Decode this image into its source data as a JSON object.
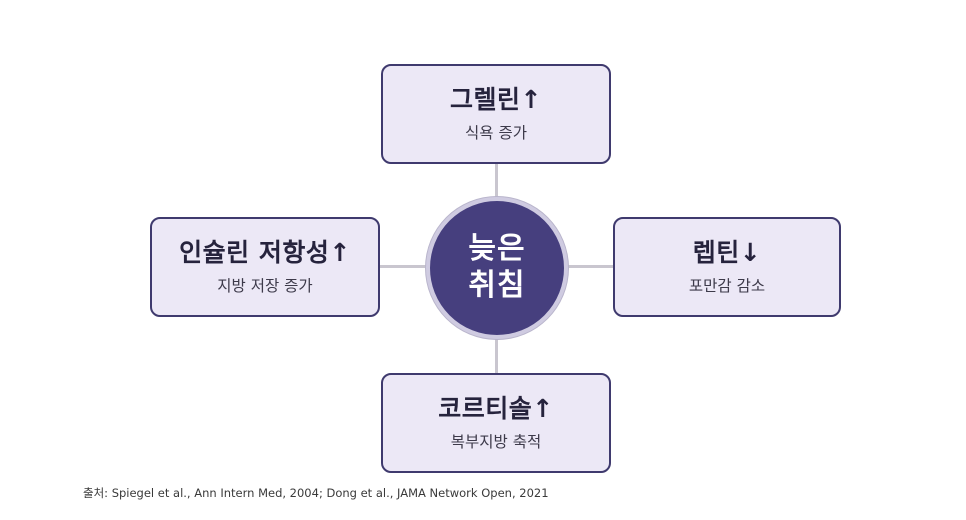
{
  "center": {
    "line1": "늦은",
    "line2": "취침"
  },
  "nodes": {
    "top": {
      "title": "그렐린↑",
      "subtitle": "식욕 증가"
    },
    "left": {
      "title": "인슐린 저항성↑",
      "subtitle": "지방 저장 증가"
    },
    "right": {
      "title": "렙틴↓",
      "subtitle": "포만감 감소"
    },
    "bottom": {
      "title": "코르티솔↑",
      "subtitle": "복부지방 축적"
    }
  },
  "source": "출처: Spiegel et al., Ann Intern Med, 2004; Dong et al., JAMA Network Open, 2021",
  "colors": {
    "center_fill": "#463f7e",
    "box_fill": "#ece8f6",
    "box_border": "#3f3a6e",
    "connector": "#c9c6cf"
  }
}
